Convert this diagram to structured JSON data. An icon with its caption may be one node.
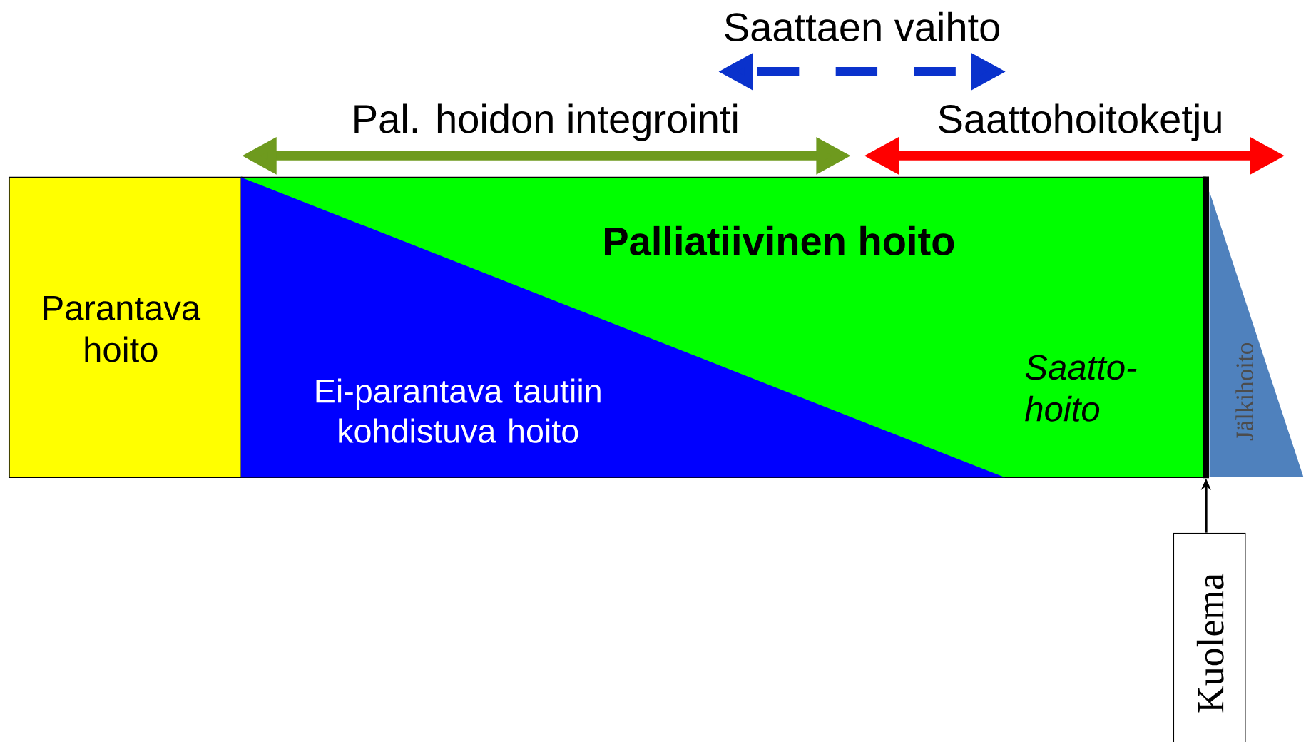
{
  "diagram": {
    "nodes": [
      {
        "text": [
          "Parantava hoito"
        ]
      },
      {
        "text": [
          "Palliatiivinen hoito",
          "Saatto-hoito"
        ]
      },
      {
        "text": [
          "Ei-parantava tautiin kohdistuva hoito"
        ],
        "in": 1
      },
      {
        "text": [],
        "shape": "bar"
      },
      {
        "text": [
          "Jälkihoito"
        ]
      },
      {
        "text": [
          "Kuolema"
        ]
      }
    ],
    "edges": [
      {
        "from": 5,
        "to": 3,
        "arrow": "to"
      }
    ],
    "labels": [
      "Saattaen vaihto",
      "Pal. hoidon integrointi",
      "Saattohoitoketju"
    ]
  }
}
